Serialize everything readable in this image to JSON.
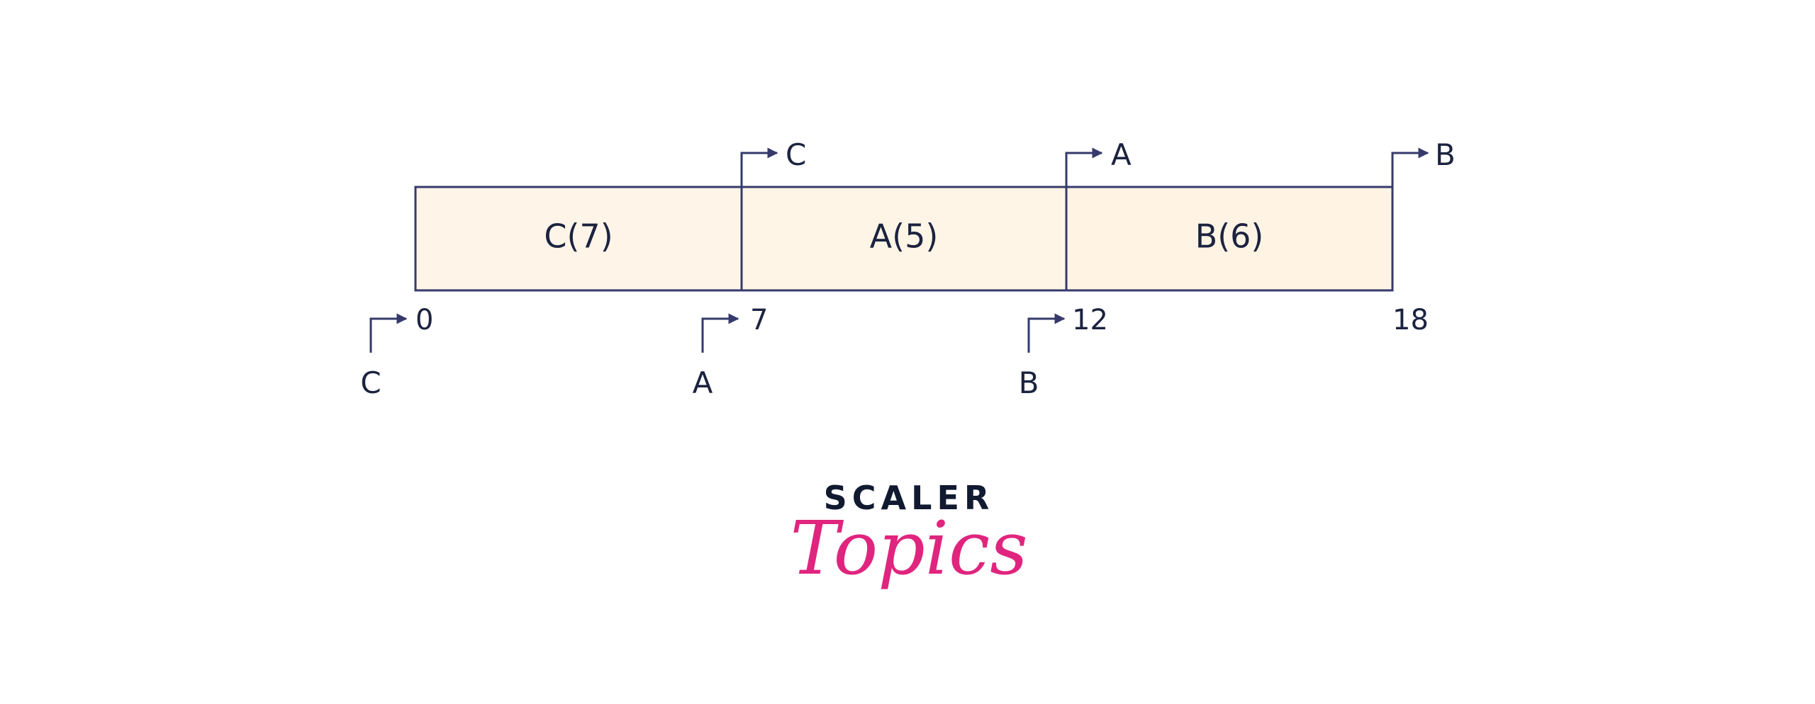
{
  "diagram": {
    "blocks": [
      {
        "label": "C(7)",
        "fill": "#fff4e8"
      },
      {
        "label": "A(5)",
        "fill": "#fff5e6"
      },
      {
        "label": "B(6)",
        "fill": "#fff4e4"
      }
    ],
    "ticks": [
      "0",
      "7",
      "12",
      "18"
    ],
    "arrivals": [
      "C",
      "A",
      "B"
    ],
    "completions": [
      "C",
      "A",
      "B"
    ],
    "colors": {
      "stroke": "#363a6b",
      "text": "#1c2340"
    }
  },
  "logo": {
    "line1": "SCALER",
    "line2": "Topics",
    "colors": {
      "line1": "#111a30",
      "line2": "#e0257e"
    }
  }
}
